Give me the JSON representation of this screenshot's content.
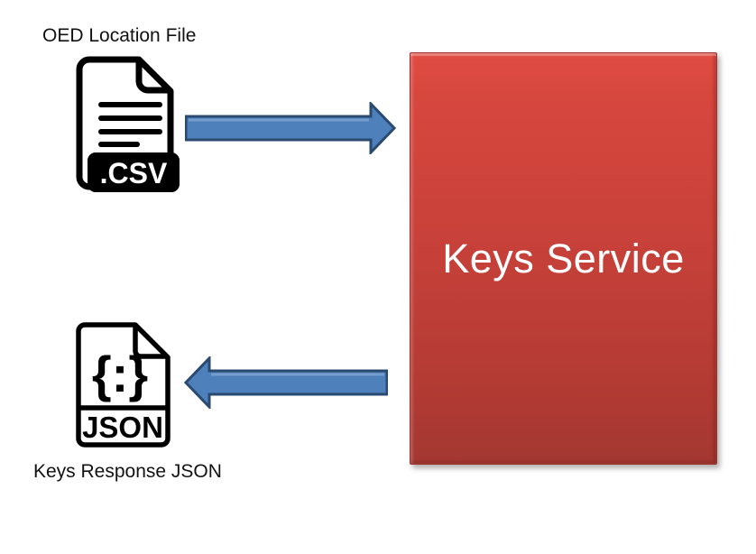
{
  "diagram": {
    "input_label": "OED Location File",
    "output_label": "Keys Response JSON",
    "service_label": "Keys Service",
    "csv_icon": {
      "badge": ".CSV"
    },
    "json_icon": {
      "glyph": "{:}",
      "label": "JSON"
    },
    "colors": {
      "arrow_fill": "#4e80bc",
      "arrow_border": "#2a4a70",
      "arrow_highlight": "#82a7d1",
      "service_gradient_top": "#e04c43",
      "service_gradient_bottom": "#a33732",
      "service_border": "#9e2f2a",
      "service_text": "#ffffff",
      "icon_stroke": "#000000",
      "badge_fill": "#000000",
      "badge_text": "#ffffff",
      "label_text": "#121212"
    }
  }
}
